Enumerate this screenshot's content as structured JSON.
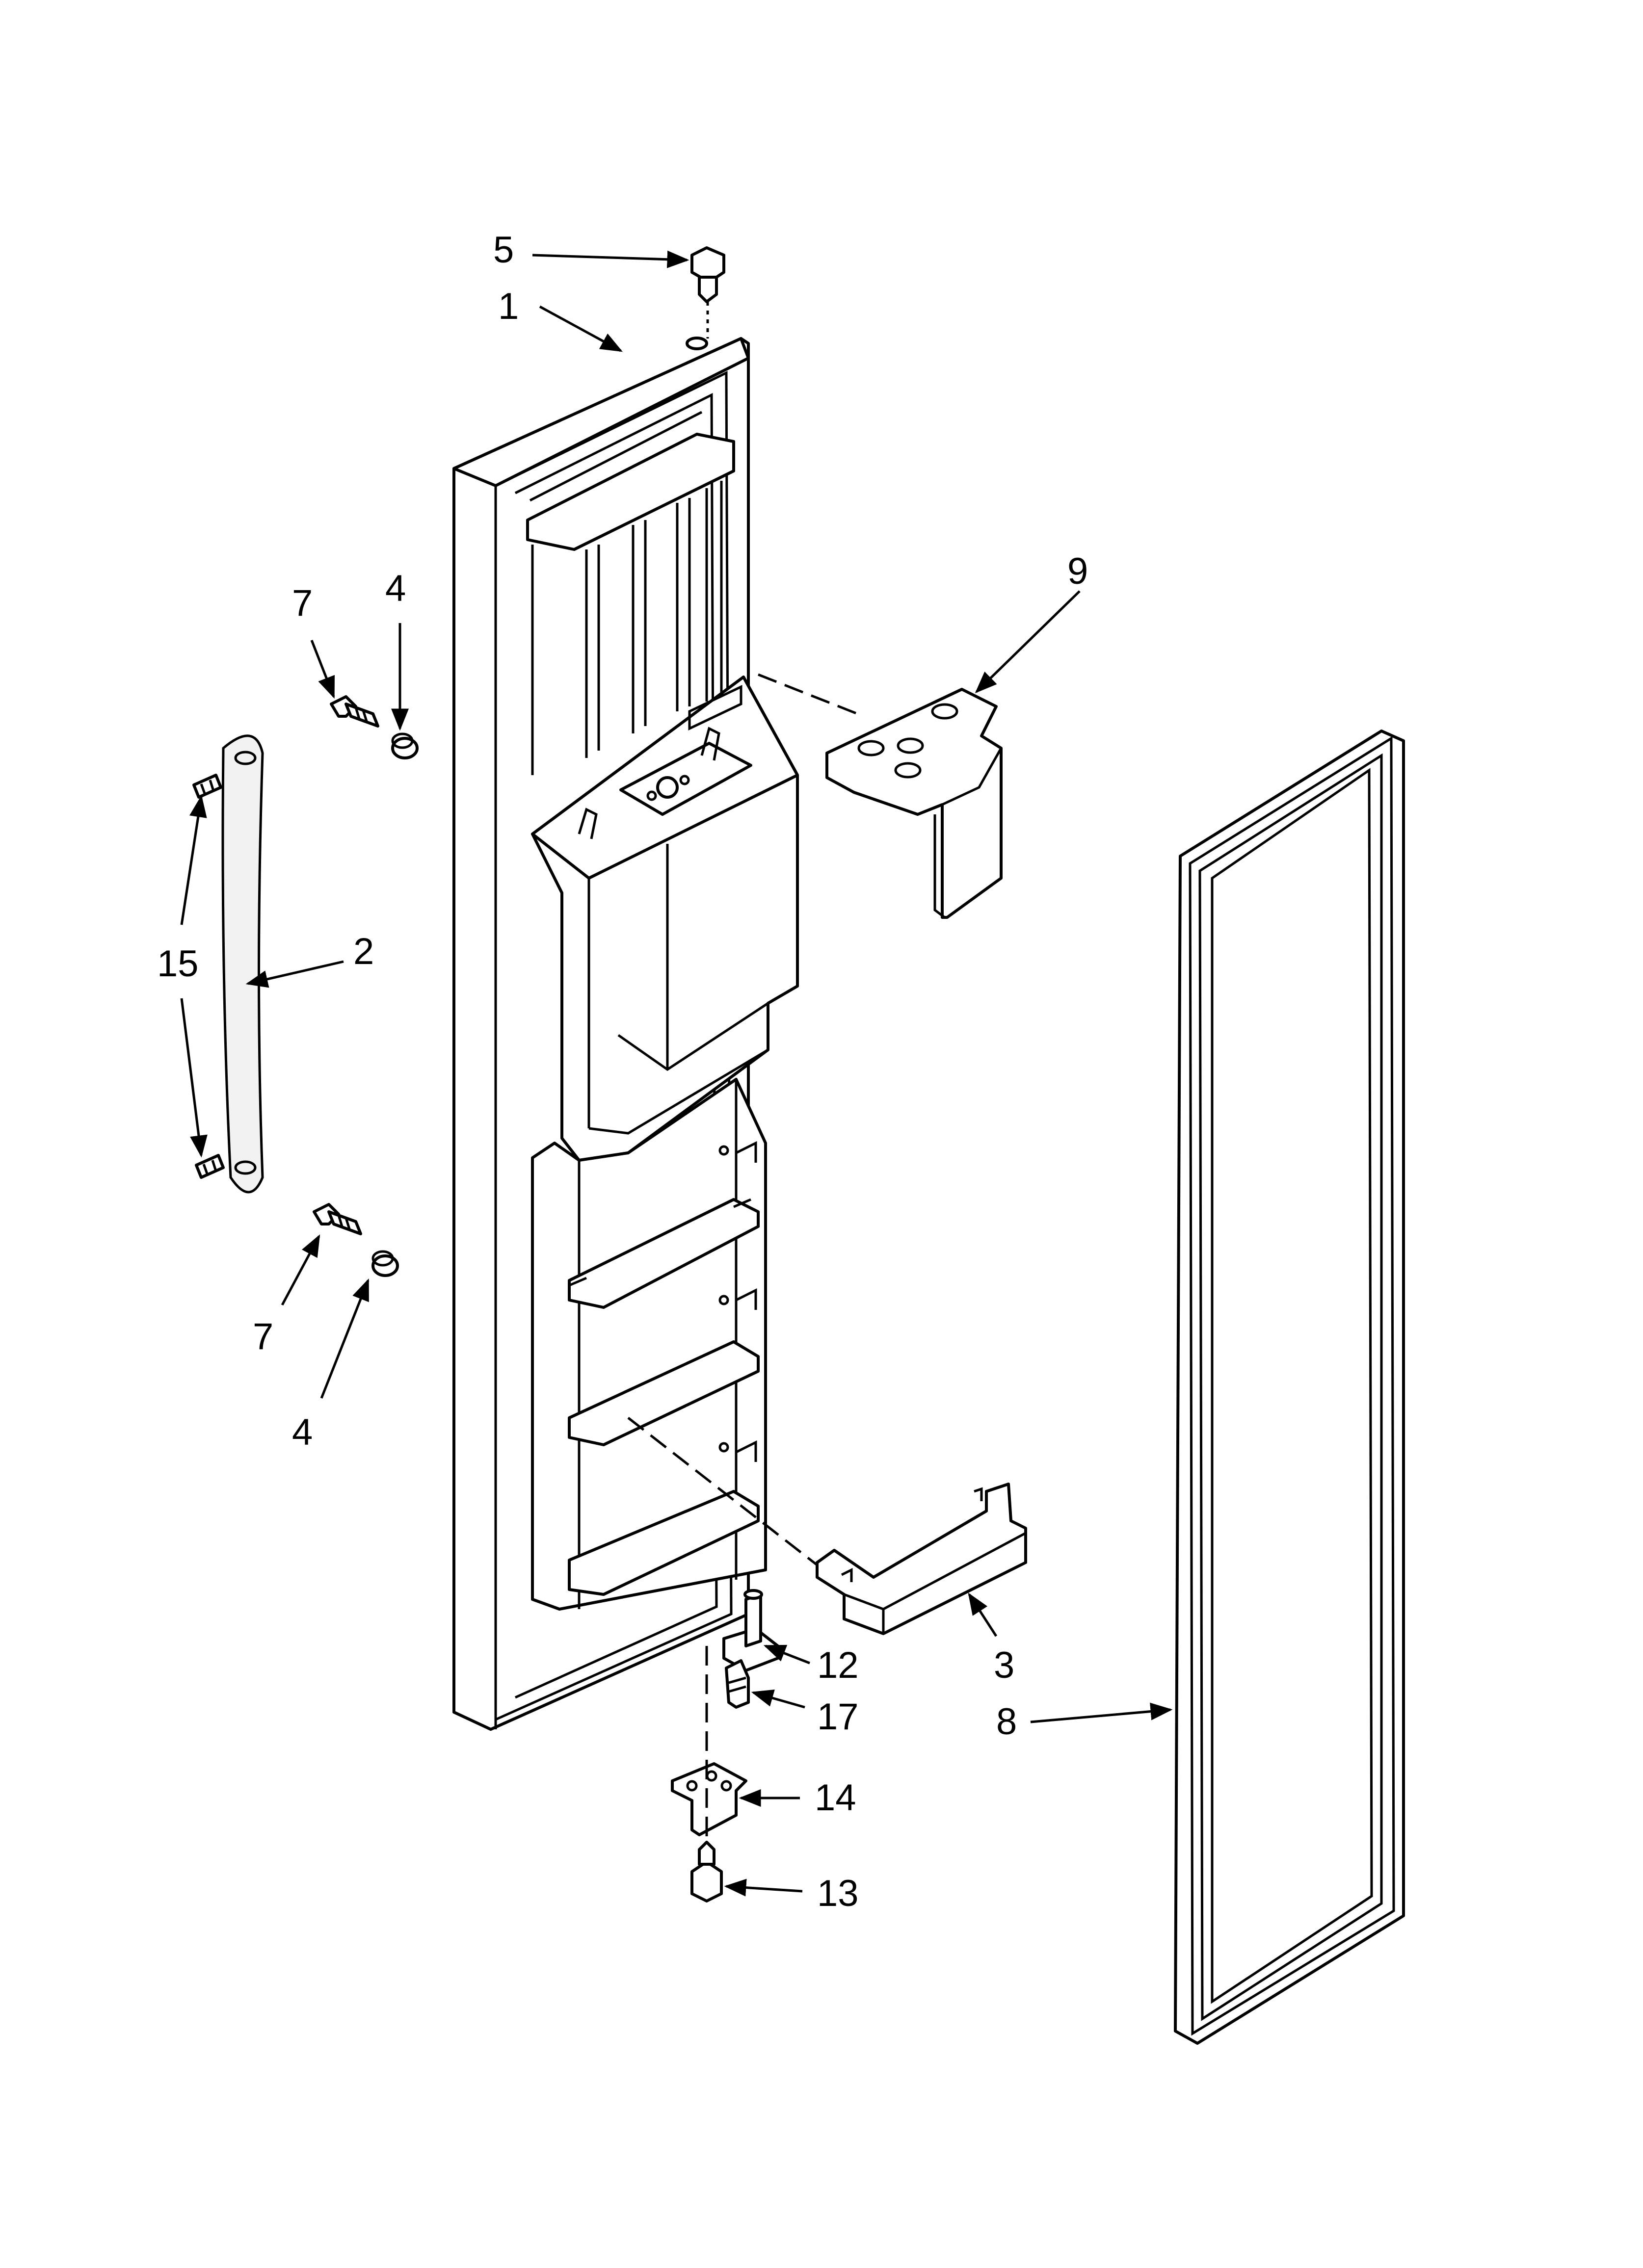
{
  "diagram": {
    "callouts": [
      {
        "id": "c5",
        "label": "5"
      },
      {
        "id": "c1",
        "label": "1"
      },
      {
        "id": "c9",
        "label": "9"
      },
      {
        "id": "c7a",
        "label": "7"
      },
      {
        "id": "c4a",
        "label": "4"
      },
      {
        "id": "c2",
        "label": "2"
      },
      {
        "id": "c15",
        "label": "15"
      },
      {
        "id": "c7b",
        "label": "7"
      },
      {
        "id": "c4b",
        "label": "4"
      },
      {
        "id": "c12",
        "label": "12"
      },
      {
        "id": "c3",
        "label": "3"
      },
      {
        "id": "c17",
        "label": "17"
      },
      {
        "id": "c8",
        "label": "8"
      },
      {
        "id": "c14",
        "label": "14"
      },
      {
        "id": "c13",
        "label": "13"
      }
    ]
  }
}
